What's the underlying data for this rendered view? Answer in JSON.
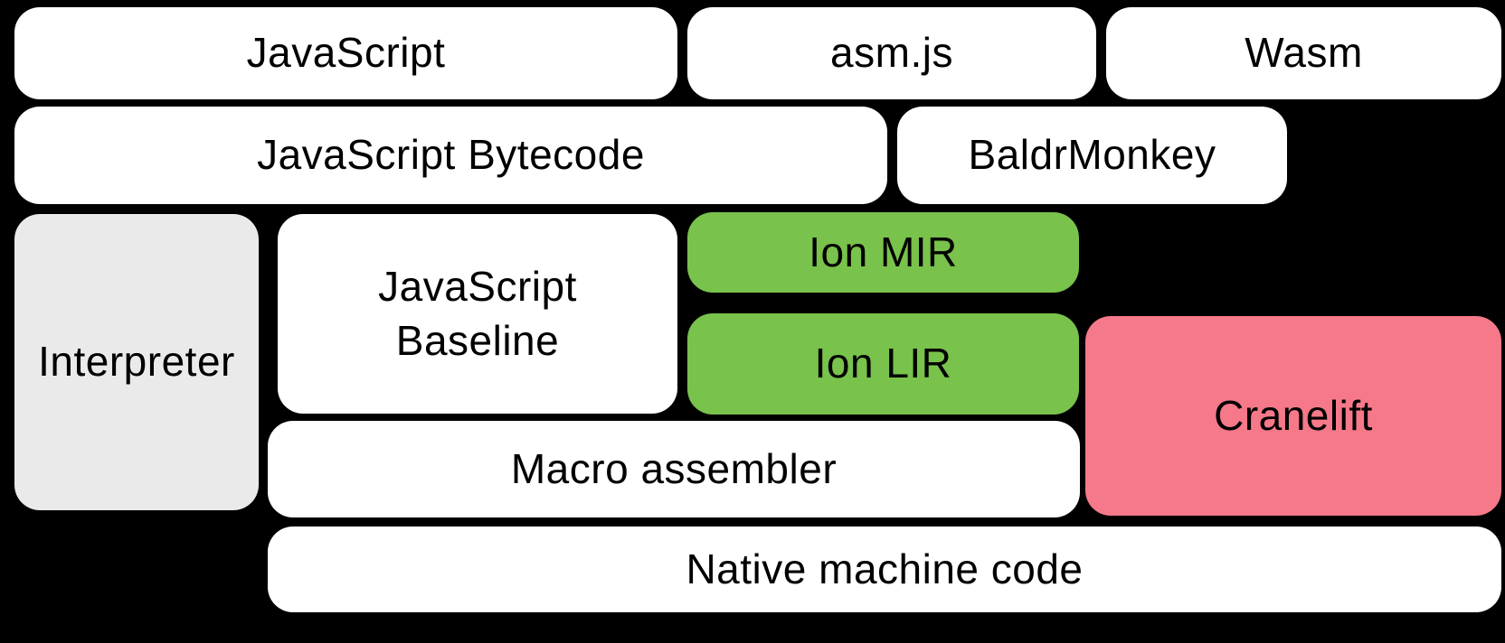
{
  "diagram": {
    "kind": "compiler-pipeline-block-diagram",
    "background_color": "#000000",
    "text_color": "#000000"
  },
  "colors": {
    "white_box": "#ffffff",
    "gray_box": "#eaeaea",
    "green_box": "#79c24b",
    "pink_box": "#f57989"
  },
  "boxes": [
    {
      "id": "javascript",
      "label": "JavaScript",
      "fill": "#ffffff"
    },
    {
      "id": "asm-js",
      "label": "asm.js",
      "fill": "#ffffff"
    },
    {
      "id": "wasm",
      "label": "Wasm",
      "fill": "#ffffff"
    },
    {
      "id": "javascript-bytecode",
      "label": "JavaScript Bytecode",
      "fill": "#ffffff"
    },
    {
      "id": "baldrmonkey",
      "label": "BaldrMonkey",
      "fill": "#ffffff"
    },
    {
      "id": "interpreter",
      "label": "Interpreter",
      "fill": "#eaeaea"
    },
    {
      "id": "javascript-baseline",
      "lines": [
        "JavaScript",
        "Baseline"
      ],
      "fill": "#ffffff"
    },
    {
      "id": "ion-mir",
      "label": "Ion MIR",
      "fill": "#79c24b"
    },
    {
      "id": "ion-lir",
      "label": "Ion LIR",
      "fill": "#79c24b"
    },
    {
      "id": "cranelift",
      "label": "Cranelift",
      "fill": "#f57989"
    },
    {
      "id": "macro-assembler",
      "label": "Macro assembler",
      "fill": "#ffffff"
    },
    {
      "id": "native-machine-code",
      "label": "Native machine code",
      "fill": "#ffffff"
    }
  ]
}
